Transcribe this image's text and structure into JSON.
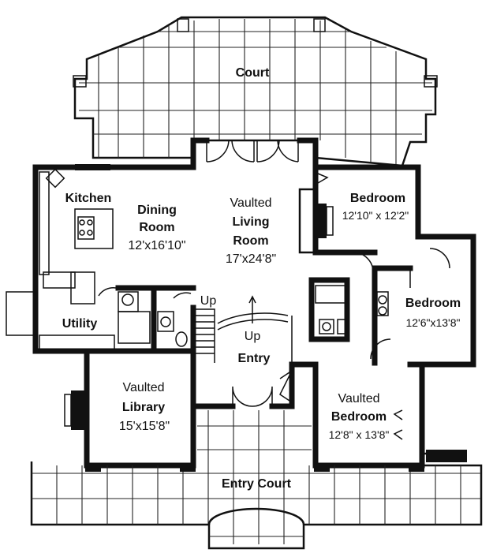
{
  "rooms": {
    "court": {
      "name": "Court"
    },
    "kitchen": {
      "name": "Kitchen"
    },
    "dining": {
      "name1": "Dining",
      "name2": "Room",
      "dims": "12'x16'10\""
    },
    "living": {
      "prefix": "Vaulted",
      "name1": "Living",
      "name2": "Room",
      "dims": "17'x24'8\""
    },
    "bedroom1": {
      "name": "Bedroom",
      "dims": "12'10\" x 12'2\""
    },
    "bedroom2": {
      "name": "Bedroom",
      "dims": "12'6\"x13'8\""
    },
    "utility": {
      "name": "Utility"
    },
    "stairs": {
      "up1": "Up",
      "up2": "Up"
    },
    "entry": {
      "name": "Entry"
    },
    "library": {
      "prefix": "Vaulted",
      "name": "Library",
      "dims": "15'x15'8\""
    },
    "bedroom3": {
      "prefix": "Vaulted",
      "name": "Bedroom",
      "dims": "12'8\" x 13'8\""
    },
    "entry_court": {
      "name": "Entry Court"
    }
  }
}
